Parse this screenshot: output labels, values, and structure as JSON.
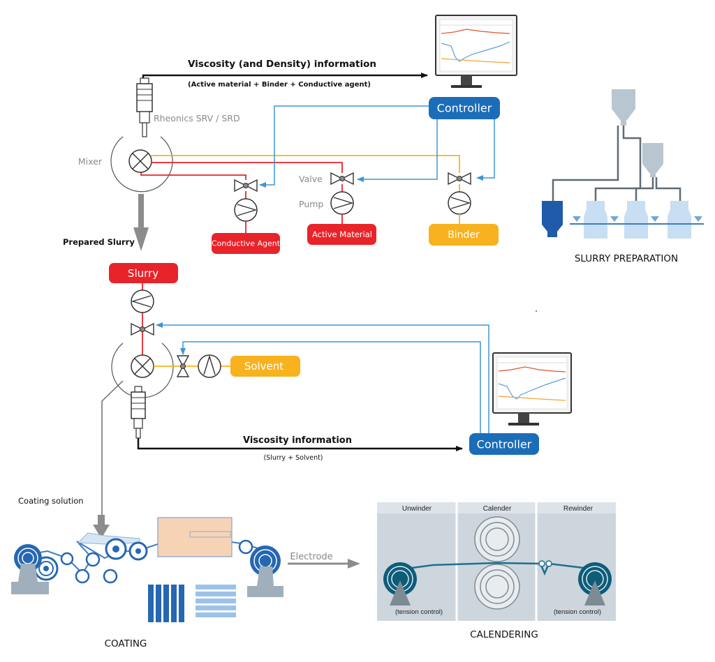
{
  "top": {
    "info_title": "Viscosity (and Density) information",
    "info_sub": "(Active material + Binder + Conductive agent)",
    "sensor_label": "Rheonics SRV / SRD",
    "mixer_label": "Mixer",
    "valve_label": "Valve",
    "pump_label": "Pump",
    "controller": "Controller",
    "conductive_agent": "Conductive Agent",
    "active_material": "Active Material",
    "binder": "Binder",
    "prepared_slurry": "Prepared Slurry"
  },
  "bottom": {
    "slurry": "Slurry",
    "solvent": "Solvent",
    "info_title": "Viscosity information",
    "info_sub": "(Slurry + Solvent)",
    "controller": "Controller",
    "coating_solution": "Coating solution"
  },
  "sections": {
    "slurry_preparation": "SLURRY PREPARATION",
    "coating": "COATING",
    "calendering": "CALENDERING",
    "electrode": "Electrode"
  },
  "calender": {
    "unwinder": "Unwinder",
    "calender": "Calender",
    "rewinder": "Rewinder",
    "tension_left": "(tension control)",
    "tension_right": "(tension control)"
  },
  "colors": {
    "red": "#e8232a",
    "orange": "#f7b21e",
    "blue": "#1b6db8",
    "line_blue": "#3d95d6",
    "dark_blue": "#1f5ba8",
    "light_blue": "#c8def2",
    "gray": "#8c8c8c"
  }
}
